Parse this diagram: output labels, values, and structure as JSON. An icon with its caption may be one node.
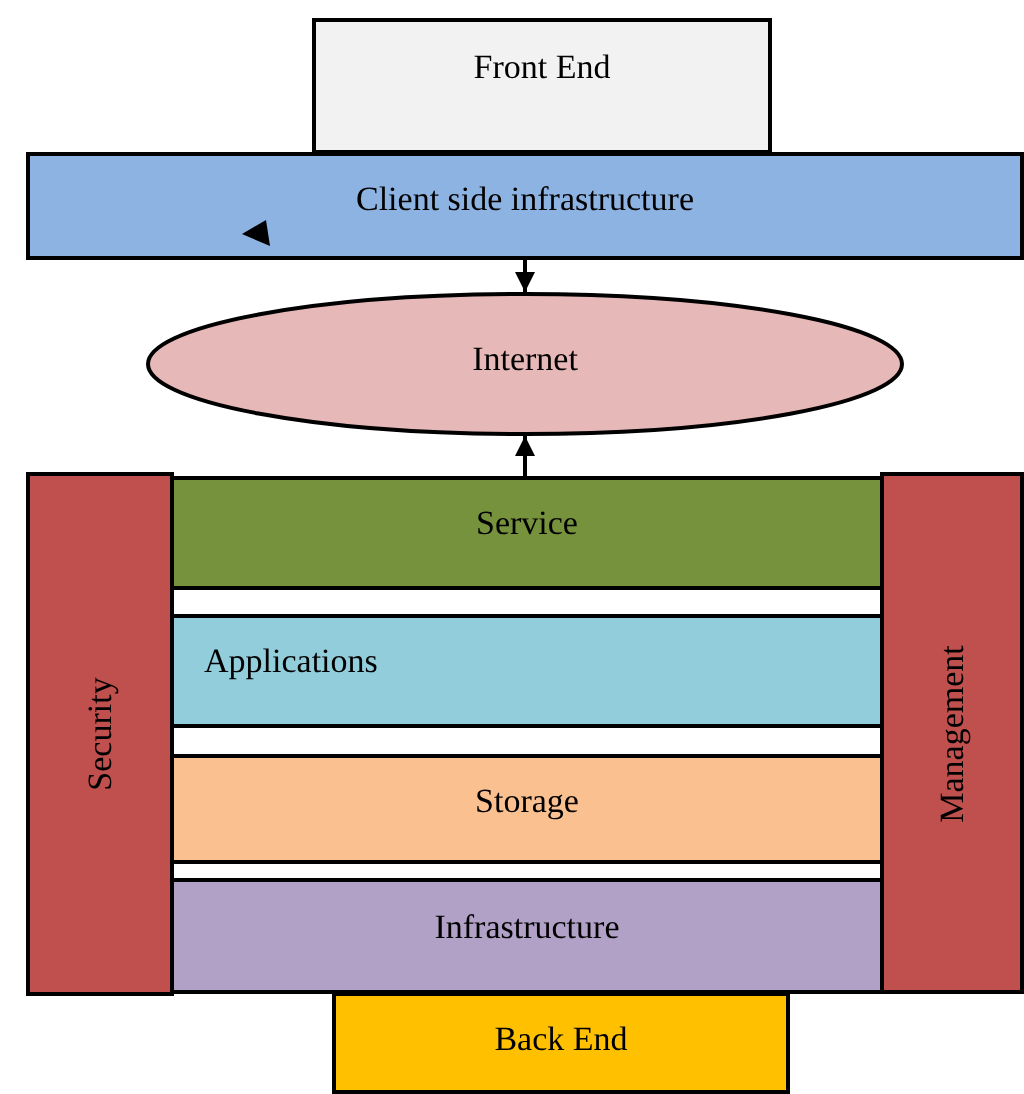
{
  "diagram": {
    "nodes": [
      {
        "text": [
          "Front End"
        ]
      },
      {
        "text": [
          "Client side infrastructure"
        ]
      },
      {
        "text": [
          "Internet"
        ]
      },
      {
        "text": [
          "Security"
        ]
      },
      {
        "text": [
          "Service"
        ]
      },
      {
        "text": [
          "Applications"
        ]
      },
      {
        "text": [
          "Storage"
        ]
      },
      {
        "text": [
          "Infrastructure"
        ]
      },
      {
        "text": [
          "Management"
        ]
      },
      {
        "text": [
          "Back End"
        ]
      }
    ],
    "edges": [
      {
        "from": 1,
        "to": 2,
        "arrow": "to"
      },
      {
        "from": 4,
        "to": 2,
        "arrow": "to"
      }
    ]
  }
}
